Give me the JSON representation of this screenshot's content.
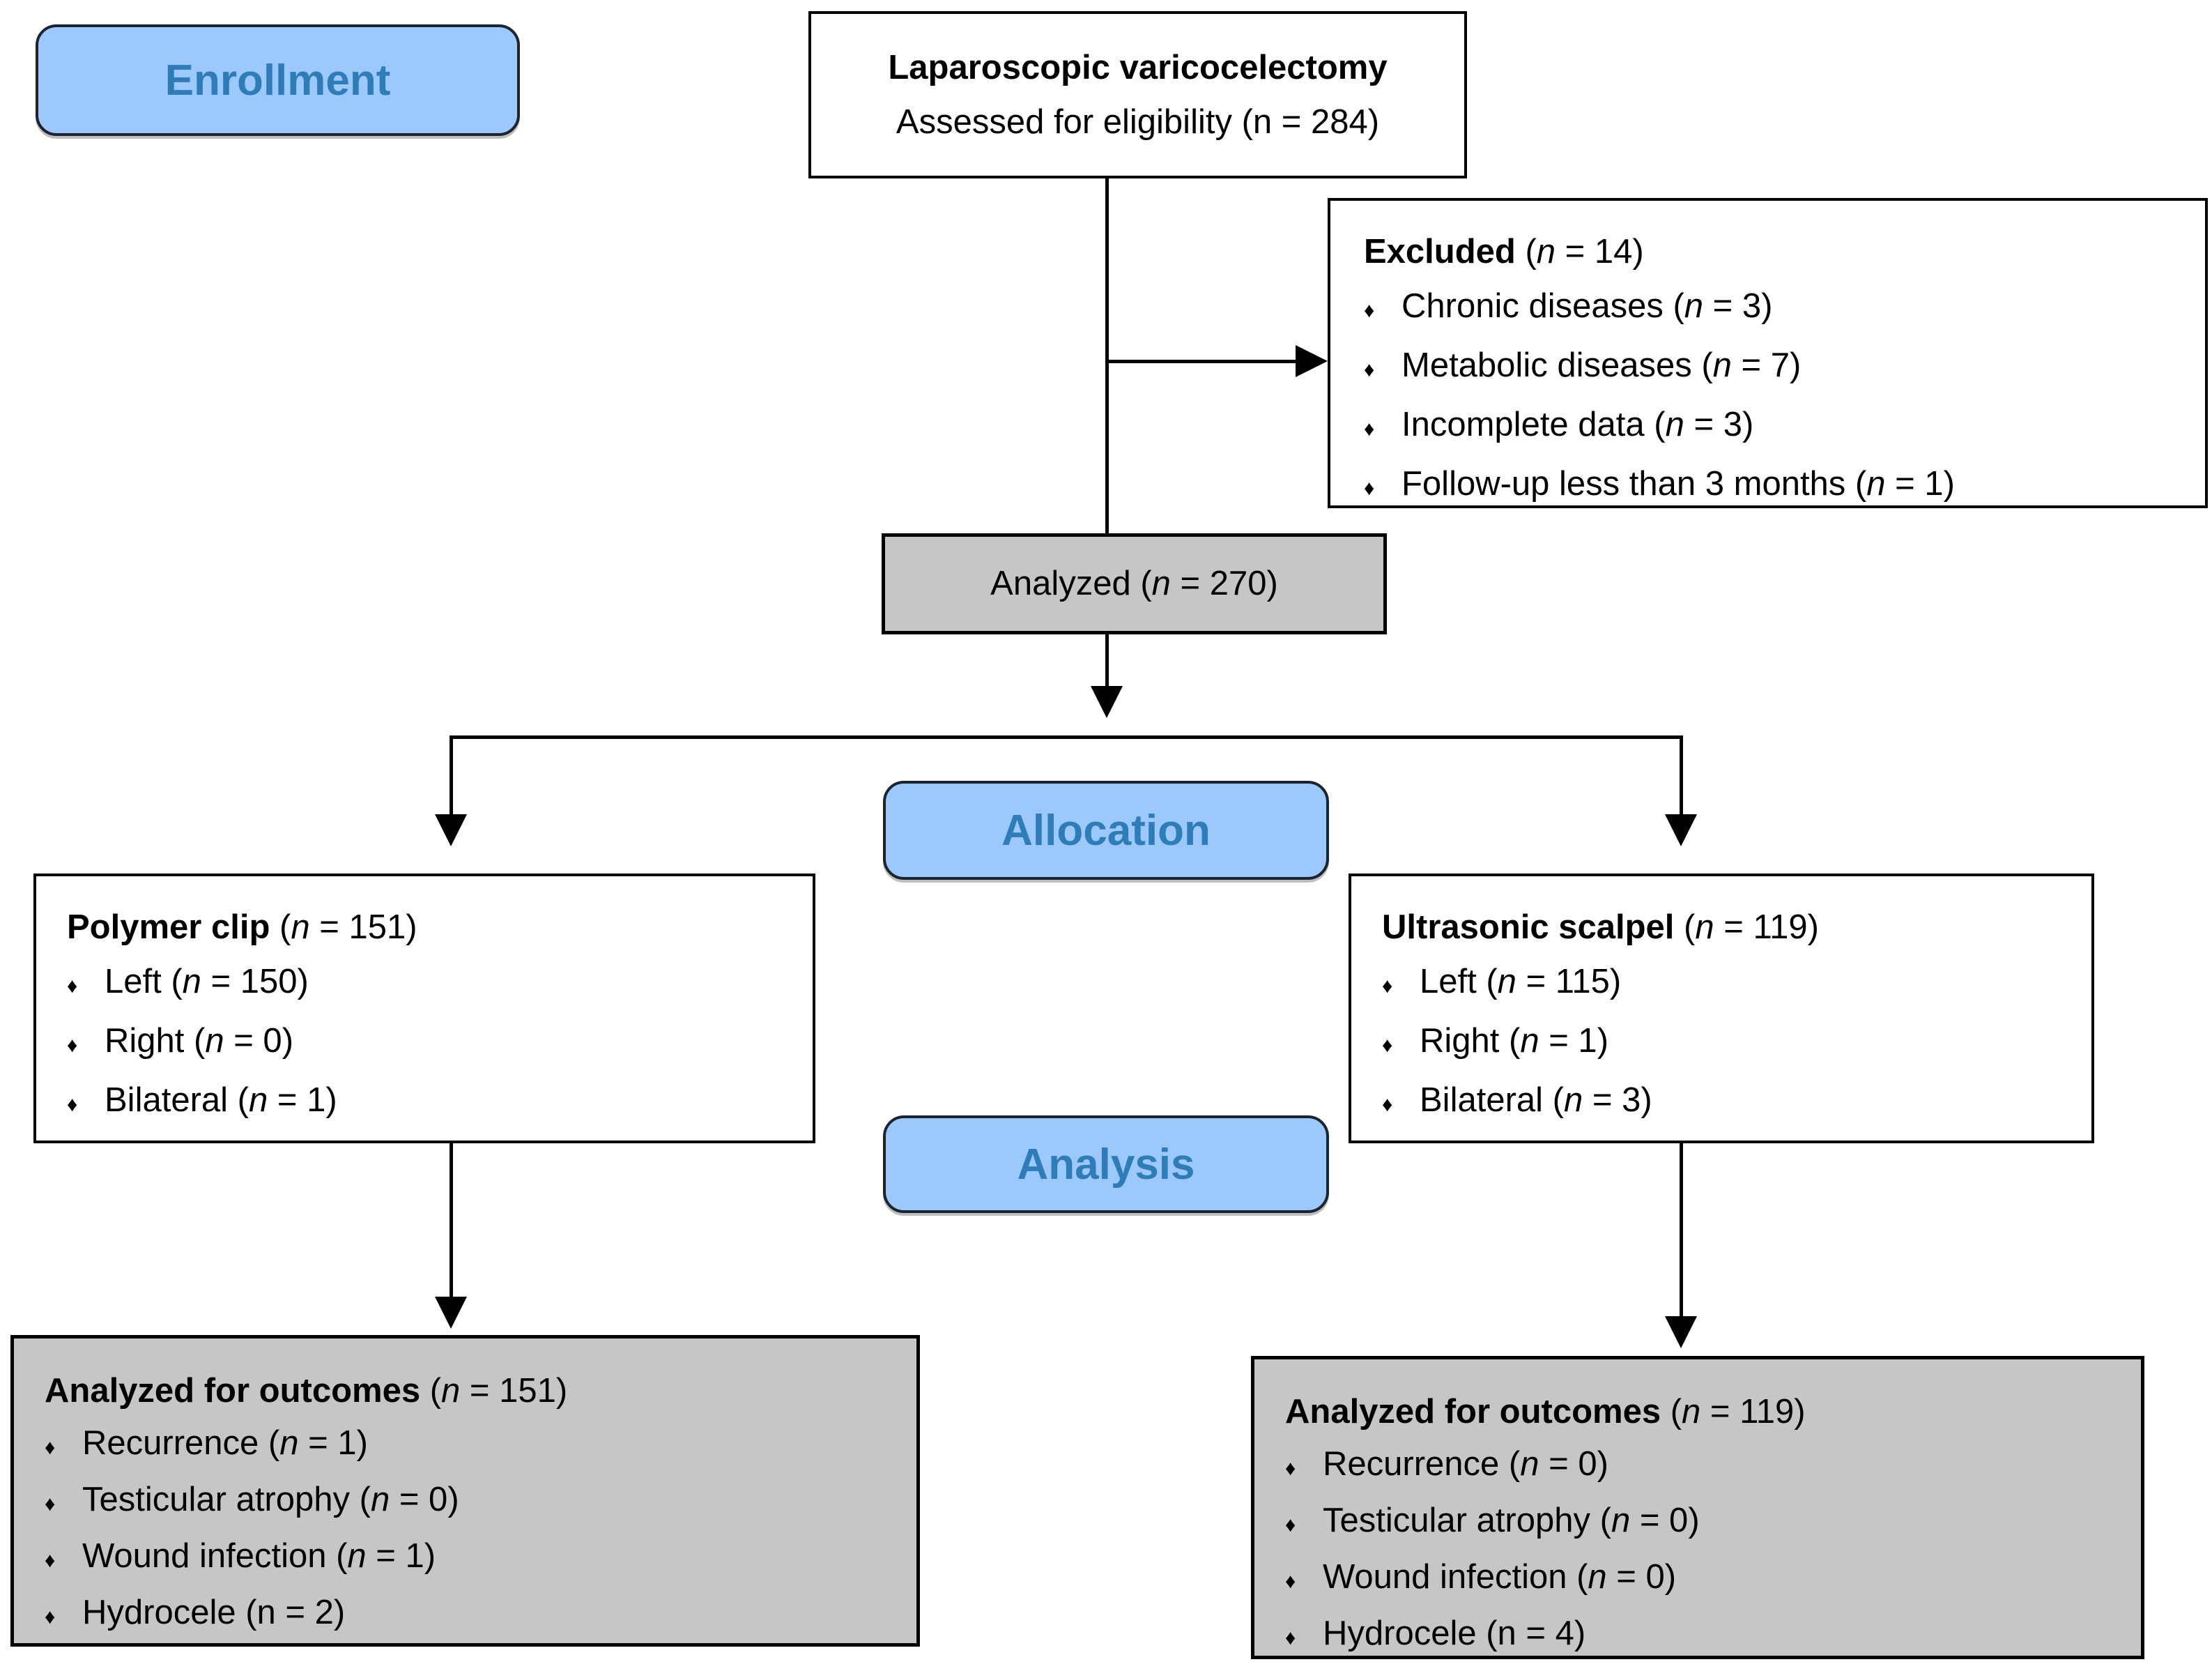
{
  "bullet_icon": "♦",
  "colors": {
    "label_fill": "#9CC8FB",
    "label_text": "#2E7CB8",
    "gray_fill": "#C6C6C6",
    "line": "#000000"
  },
  "stages": {
    "enrollment": "Enrollment",
    "allocation": "Allocation",
    "analysis": "Analysis"
  },
  "boxes": {
    "eligibility": {
      "title": {
        "bold": "Laparoscopic varicocelectomy",
        "text": "",
        "italic_n": false
      },
      "subtitle": {
        "text": "Assessed for eligibility (n = 284)",
        "italic_n": false
      }
    },
    "excluded": {
      "title": {
        "bold": "Excluded",
        "text": " (n = 14)",
        "italic_n": true
      },
      "items": [
        {
          "text": "Chronic diseases (n = 3)",
          "italic_n": true
        },
        {
          "text": "Metabolic diseases (n = 7)",
          "italic_n": true
        },
        {
          "text": "Incomplete data (n = 3)",
          "italic_n": true
        },
        {
          "text": "Follow-up less than 3 months (n = 1)",
          "italic_n": true
        }
      ]
    },
    "analyzed": {
      "line": {
        "text": "Analyzed (n = 270)",
        "italic_n": true
      }
    },
    "polymer": {
      "title": {
        "bold": "Polymer clip",
        "text": " (n = 151)",
        "italic_n": true
      },
      "items": [
        {
          "text": "Left (n = 150)",
          "italic_n": true
        },
        {
          "text": "Right (n = 0)",
          "italic_n": true
        },
        {
          "text": "Bilateral (n = 1)",
          "italic_n": true
        }
      ]
    },
    "ultrasonic": {
      "title": {
        "bold": "Ultrasonic scalpel",
        "text": " (n = 119)",
        "italic_n": true
      },
      "items": [
        {
          "text": "Left (n = 115)",
          "italic_n": true
        },
        {
          "text": "Right (n = 1)",
          "italic_n": true
        },
        {
          "text": "Bilateral (n = 3)",
          "italic_n": true
        }
      ]
    },
    "outcomes_left": {
      "title": {
        "bold": "Analyzed for outcomes",
        "text": " (n = 151)",
        "italic_n": true
      },
      "items": [
        {
          "text": "Recurrence (n = 1)",
          "italic_n": true
        },
        {
          "text": "Testicular atrophy (n = 0)",
          "italic_n": true
        },
        {
          "text": "Wound infection (n = 1)",
          "italic_n": true
        },
        {
          "text": "Hydrocele (n = 2)",
          "italic_n": false
        }
      ]
    },
    "outcomes_right": {
      "title": {
        "bold": "Analyzed for outcomes",
        "text": " (n = 119)",
        "italic_n": true
      },
      "items": [
        {
          "text": "Recurrence (n = 0)",
          "italic_n": true
        },
        {
          "text": "Testicular atrophy (n = 0)",
          "italic_n": true
        },
        {
          "text": "Wound infection (n = 0)",
          "italic_n": true
        },
        {
          "text": "Hydrocele (n = 4)",
          "italic_n": false
        }
      ]
    }
  }
}
